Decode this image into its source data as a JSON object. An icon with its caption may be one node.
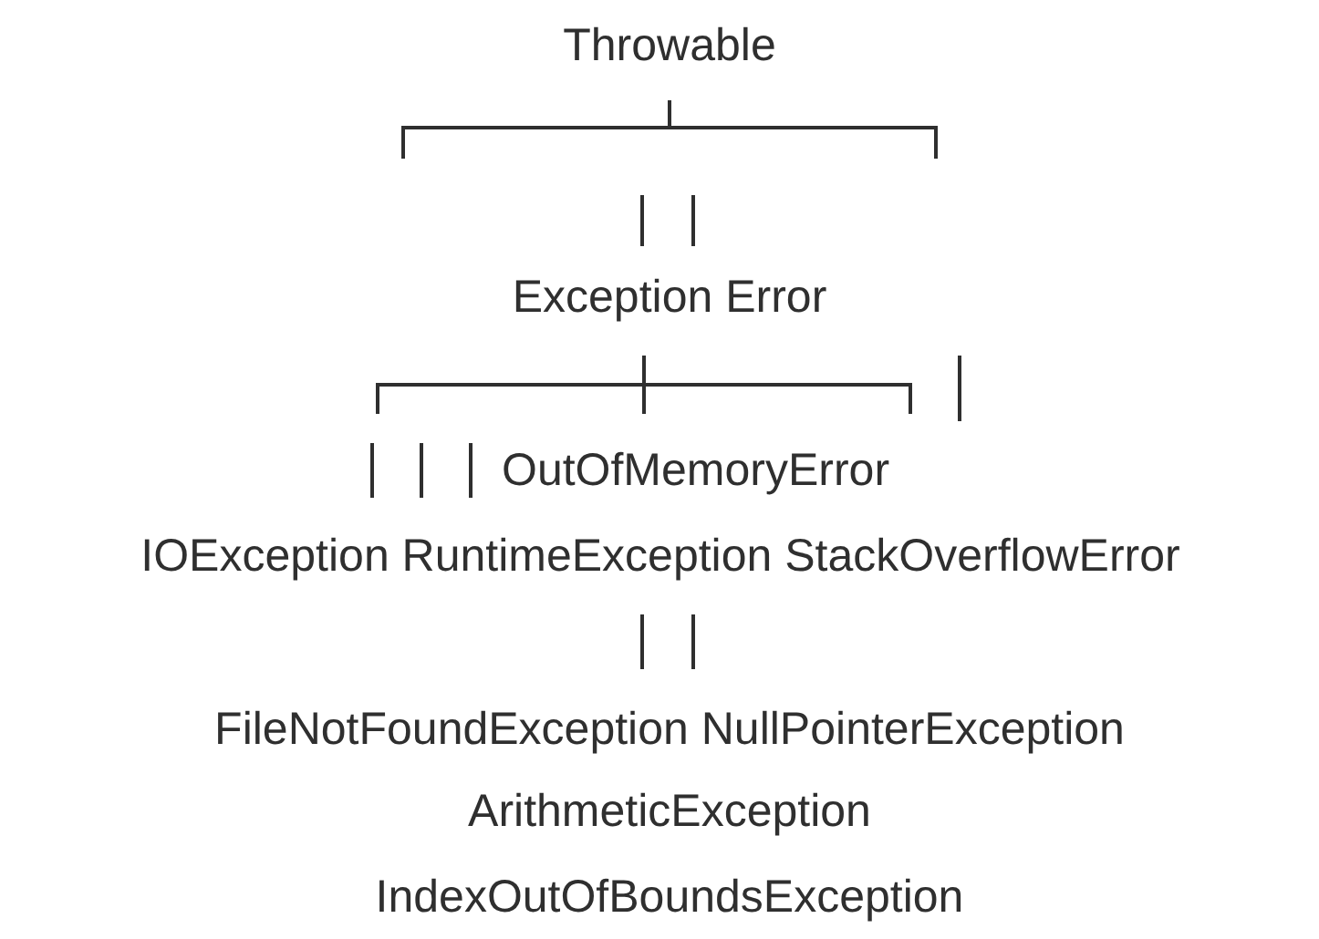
{
  "diagram": {
    "labels": [
      "Throwable",
      "Exception Error",
      "OutOfMemoryError",
      "IOException RuntimeException StackOverflowError",
      "FileNotFoundException NullPointerException",
      "ArithmeticException",
      "IndexOutOfBoundsException"
    ]
  }
}
